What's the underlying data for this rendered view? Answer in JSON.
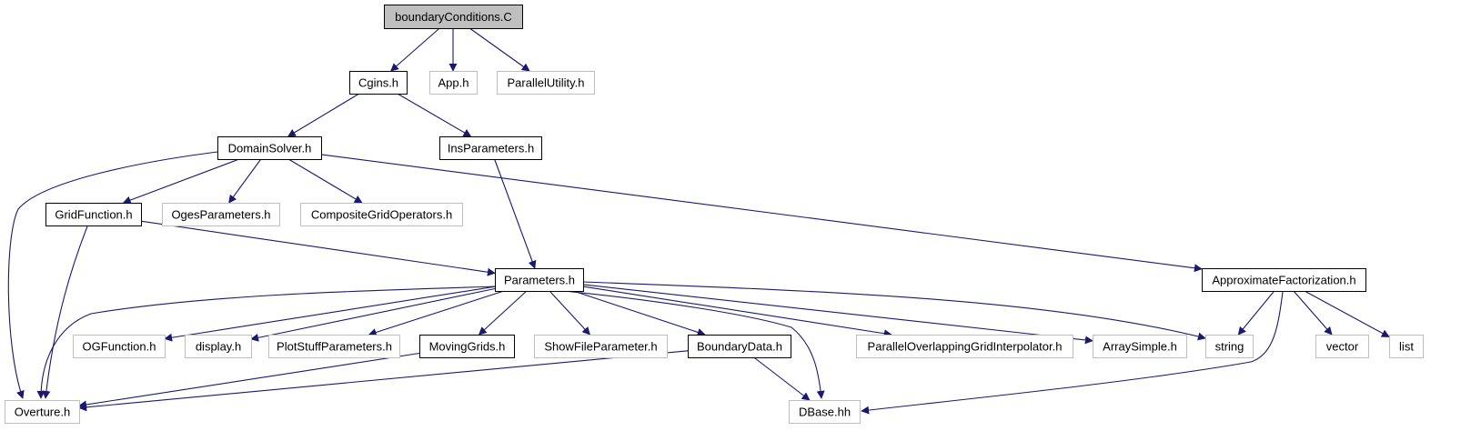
{
  "colors": {
    "edge": "#191970",
    "node_root_fill": "#bfbfbf",
    "node_documented_border": "#000000",
    "node_undocumented_border": "#bfbfbf",
    "node_fill": "#ffffff",
    "text": "#000000"
  },
  "nodes": [
    {
      "id": "boundaryConditions_C",
      "label": "boundaryConditions.C",
      "kind": "root"
    },
    {
      "id": "Cgins_h",
      "label": "Cgins.h",
      "kind": "documented"
    },
    {
      "id": "App_h",
      "label": "App.h",
      "kind": "external"
    },
    {
      "id": "ParallelUtility_h",
      "label": "ParallelUtility.h",
      "kind": "external"
    },
    {
      "id": "DomainSolver_h",
      "label": "DomainSolver.h",
      "kind": "documented"
    },
    {
      "id": "InsParameters_h",
      "label": "InsParameters.h",
      "kind": "documented"
    },
    {
      "id": "GridFunction_h",
      "label": "GridFunction.h",
      "kind": "documented"
    },
    {
      "id": "OgesParameters_h",
      "label": "OgesParameters.h",
      "kind": "external"
    },
    {
      "id": "CompositeGridOperators_h",
      "label": "CompositeGridOperators.h",
      "kind": "external"
    },
    {
      "id": "Parameters_h",
      "label": "Parameters.h",
      "kind": "documented"
    },
    {
      "id": "ApproximateFactorization_h",
      "label": "ApproximateFactorization.h",
      "kind": "documented"
    },
    {
      "id": "OGFunction_h",
      "label": "OGFunction.h",
      "kind": "external"
    },
    {
      "id": "display_h",
      "label": "display.h",
      "kind": "external"
    },
    {
      "id": "PlotStuffParameters_h",
      "label": "PlotStuffParameters.h",
      "kind": "external"
    },
    {
      "id": "MovingGrids_h",
      "label": "MovingGrids.h",
      "kind": "documented"
    },
    {
      "id": "ShowFileParameter_h",
      "label": "ShowFileParameter.h",
      "kind": "external"
    },
    {
      "id": "BoundaryData_h",
      "label": "BoundaryData.h",
      "kind": "documented"
    },
    {
      "id": "ParallelOverlappingGridInterpolator_h",
      "label": "ParallelOverlappingGridInterpolator.h",
      "kind": "external"
    },
    {
      "id": "ArraySimple_h",
      "label": "ArraySimple.h",
      "kind": "external"
    },
    {
      "id": "string",
      "label": "string",
      "kind": "external"
    },
    {
      "id": "vector",
      "label": "vector",
      "kind": "external"
    },
    {
      "id": "list",
      "label": "list",
      "kind": "external"
    },
    {
      "id": "Overture_h",
      "label": "Overture.h",
      "kind": "external"
    },
    {
      "id": "DBase_hh",
      "label": "DBase.hh",
      "kind": "external"
    }
  ],
  "edges": [
    {
      "from": "boundaryConditions_C",
      "to": "Cgins_h"
    },
    {
      "from": "boundaryConditions_C",
      "to": "App_h"
    },
    {
      "from": "boundaryConditions_C",
      "to": "ParallelUtility_h"
    },
    {
      "from": "Cgins_h",
      "to": "DomainSolver_h"
    },
    {
      "from": "Cgins_h",
      "to": "InsParameters_h"
    },
    {
      "from": "DomainSolver_h",
      "to": "Overture_h"
    },
    {
      "from": "DomainSolver_h",
      "to": "GridFunction_h"
    },
    {
      "from": "DomainSolver_h",
      "to": "OgesParameters_h"
    },
    {
      "from": "DomainSolver_h",
      "to": "CompositeGridOperators_h"
    },
    {
      "from": "DomainSolver_h",
      "to": "ApproximateFactorization_h"
    },
    {
      "from": "InsParameters_h",
      "to": "Parameters_h"
    },
    {
      "from": "GridFunction_h",
      "to": "Parameters_h"
    },
    {
      "from": "GridFunction_h",
      "to": "Overture_h"
    },
    {
      "from": "Parameters_h",
      "to": "Overture_h"
    },
    {
      "from": "Parameters_h",
      "to": "OGFunction_h"
    },
    {
      "from": "Parameters_h",
      "to": "display_h"
    },
    {
      "from": "Parameters_h",
      "to": "PlotStuffParameters_h"
    },
    {
      "from": "Parameters_h",
      "to": "MovingGrids_h"
    },
    {
      "from": "Parameters_h",
      "to": "ShowFileParameter_h"
    },
    {
      "from": "Parameters_h",
      "to": "BoundaryData_h"
    },
    {
      "from": "Parameters_h",
      "to": "DBase_hh"
    },
    {
      "from": "Parameters_h",
      "to": "ParallelOverlappingGridInterpolator_h"
    },
    {
      "from": "Parameters_h",
      "to": "ArraySimple_h"
    },
    {
      "from": "Parameters_h",
      "to": "string"
    },
    {
      "from": "MovingGrids_h",
      "to": "Overture_h"
    },
    {
      "from": "BoundaryData_h",
      "to": "Overture_h"
    },
    {
      "from": "BoundaryData_h",
      "to": "DBase_hh"
    },
    {
      "from": "ApproximateFactorization_h",
      "to": "string"
    },
    {
      "from": "ApproximateFactorization_h",
      "to": "vector"
    },
    {
      "from": "ApproximateFactorization_h",
      "to": "list"
    },
    {
      "from": "ApproximateFactorization_h",
      "to": "DBase_hh"
    }
  ]
}
